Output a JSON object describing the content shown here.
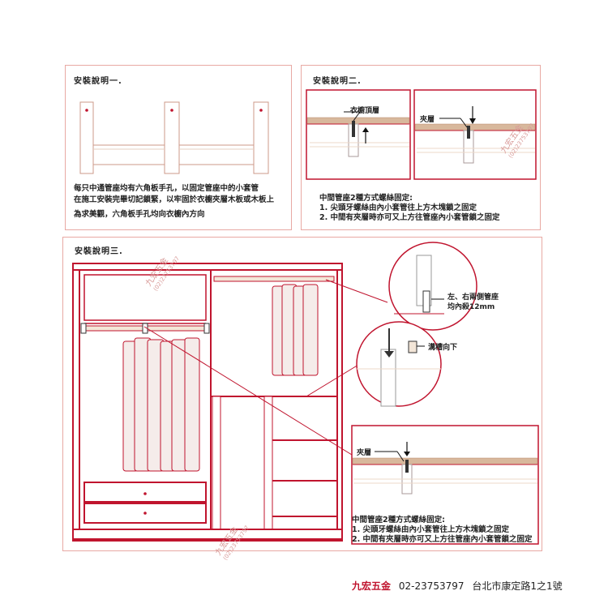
{
  "panel1": {
    "title": "安裝說明一.",
    "lines": [
      "每只中通管座均有六角板手孔，以固定管座中的小套管",
      "在施工安裝完畢切記鎖緊，以牢固於衣櫥夾層木板或木板上",
      "為求美觀，六角板手孔均向衣櫥內方向"
    ]
  },
  "panel2": {
    "title": "安裝說明二.",
    "label_top": "衣櫥頂層",
    "label_mid": "夾層",
    "heading": "中間管座2種方式螺絲固定:",
    "lines": [
      "1. 尖頭牙螺絲由內小套管往上方木塊鎖之固定",
      "2. 中間有夾層時亦可又上方往管座內小套管鎖之固定"
    ]
  },
  "panel3": {
    "title": "安裝說明三.",
    "callout_side": [
      "左、右兩側管座",
      "均內殺12mm"
    ],
    "callout_groove": "溝槽向下",
    "label_mid": "夾層",
    "heading": "中間管座2種方式螺絲固定:",
    "lines": [
      "1. 尖頭牙螺絲由內小套管往上方木塊鎖之固定",
      "2. 中間有夾層時亦可又上方往管座內小套管鎖之固定"
    ]
  },
  "watermark": {
    "name": "九宏五金",
    "phone": "(02)23753797"
  },
  "footer": {
    "brand": "九宏五金",
    "phone": "02-23753797",
    "address": "台北市康定路1之1號"
  },
  "colors": {
    "accent": "#c0142e",
    "panel_border": "#e8a9a3",
    "wood": "#f3e6d8"
  }
}
